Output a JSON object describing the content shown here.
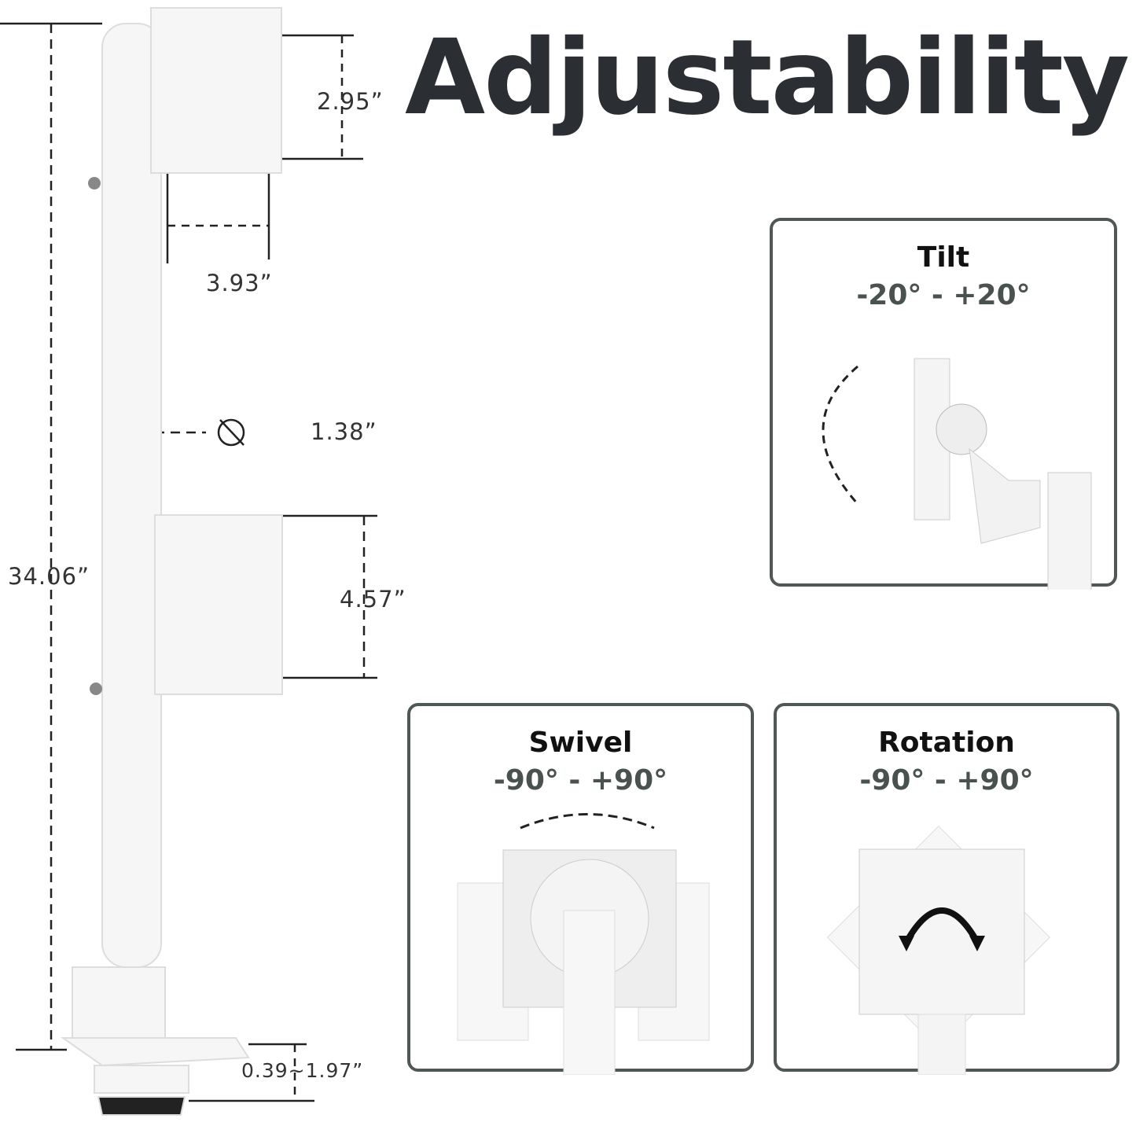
{
  "title": "Adjustability",
  "dimensions": {
    "plate_top_height": "2.95”",
    "plate_width": "3.93”",
    "pole_diameter": "1.38”",
    "plate_lower_height": "4.57”",
    "total_height": "34.06”",
    "clamp_range": "0.39~1.97”"
  },
  "cards": [
    {
      "label": "Tilt",
      "range": "-20° - +20°"
    },
    {
      "label": "Swivel",
      "range": "-90° - +90°"
    },
    {
      "label": "Rotation",
      "range": "-90° - +90°"
    }
  ],
  "colors": {
    "title": "#2b2f33",
    "card_border": "#4f5856",
    "range_text": "#4a5250"
  }
}
